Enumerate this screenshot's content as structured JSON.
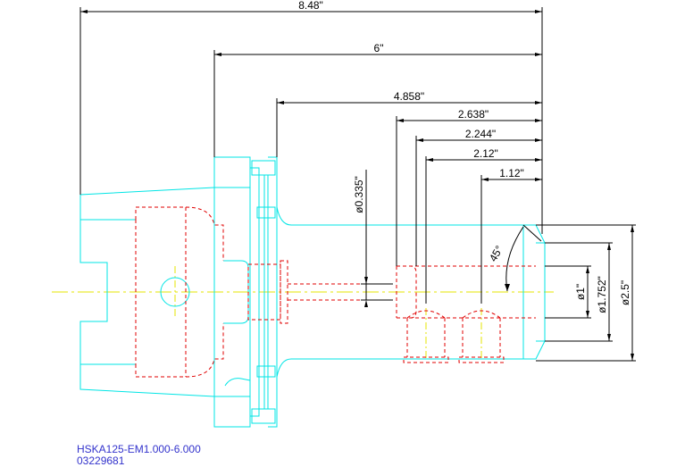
{
  "dimensions": {
    "overall_length": "8.48\"",
    "length_6": "6\"",
    "length_4858": "4.858\"",
    "length_2638": "2.638\"",
    "length_2244": "2.244\"",
    "length_212": "2.12\"",
    "length_112": "1.12\"",
    "dia_0335": "ø0.335\"",
    "angle_45": "45°",
    "dia_1": "ø1\"",
    "dia_1752": "ø1.752\"",
    "dia_25": "ø2.5\""
  },
  "title_block": {
    "part_number": "HSKA125-EM1.000-6.000",
    "drawing_number": "03229681"
  },
  "colors": {
    "outline": "#00e5e5",
    "hidden": "#e00000",
    "center": "#e6e600",
    "dimension": "#000000",
    "title": "#3333cc"
  }
}
